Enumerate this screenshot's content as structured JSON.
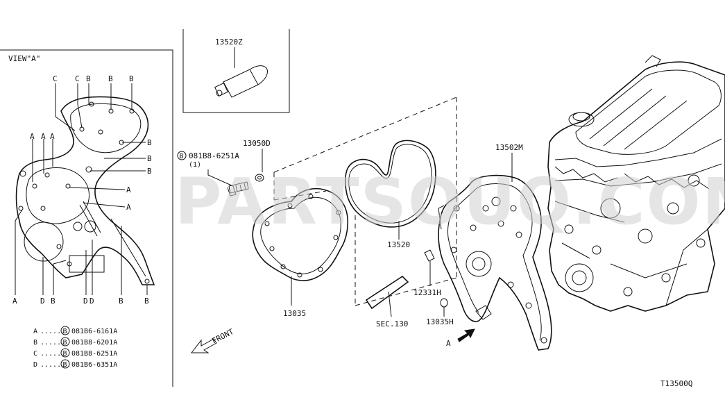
{
  "view_panel": {
    "title": "VIEW\"A\"",
    "callouts": [
      "C",
      "C",
      "B",
      "B",
      "B",
      "A",
      "A",
      "A",
      "B",
      "B",
      "B",
      "A",
      "A",
      "A",
      "D",
      "B",
      "D",
      "D",
      "B",
      "B"
    ],
    "legend": [
      {
        "letter": "A",
        "code": "081B6-6161A"
      },
      {
        "letter": "B",
        "code": "081B8-6201A"
      },
      {
        "letter": "C",
        "code": "081B8-6251A"
      },
      {
        "letter": "D",
        "code": "081B6-6351A"
      }
    ],
    "bolt_symbol": "B",
    "leader_dots": "......"
  },
  "parts": {
    "sealant": "13520Z",
    "washer": "13050D",
    "bolt_code": "081B8-6251A",
    "bolt_qty": "(1)",
    "bolt_symbol": "B",
    "gasket": "13520",
    "front_cover": "13035",
    "rear_cover": "13502M",
    "dowel": "12331H",
    "plug": "13035H",
    "section": "SEC.130"
  },
  "direction": {
    "front": "FRONT",
    "view_arrow": "A"
  },
  "diagram_id": "T13500Q",
  "watermark": "PARTSOUQ.COM"
}
